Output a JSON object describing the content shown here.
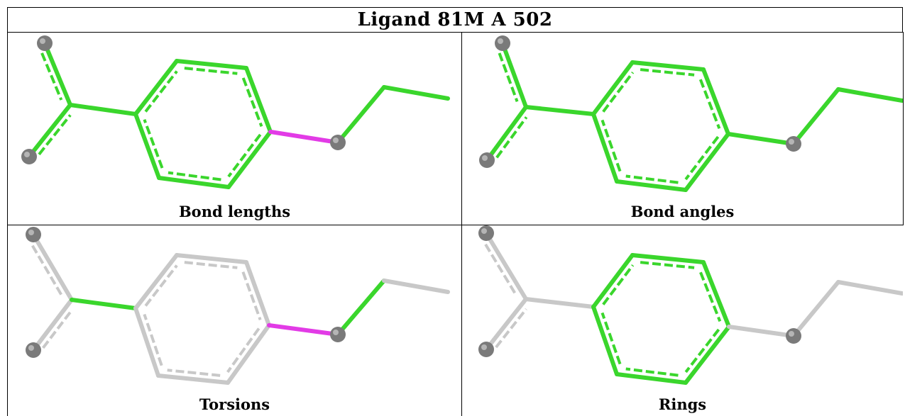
{
  "title": "Ligand 81M A 502",
  "panels": [
    {
      "id": "bond-lengths",
      "caption": "Bond lengths"
    },
    {
      "id": "bond-angles",
      "caption": "Bond angles"
    },
    {
      "id": "torsions",
      "caption": "Torsions"
    },
    {
      "id": "rings",
      "caption": "Rings"
    }
  ],
  "colors": {
    "ok": "#3ad62c",
    "outlier": "#e23be6",
    "neutral": "#c8c8c8",
    "atom": "#7a7a7a"
  }
}
